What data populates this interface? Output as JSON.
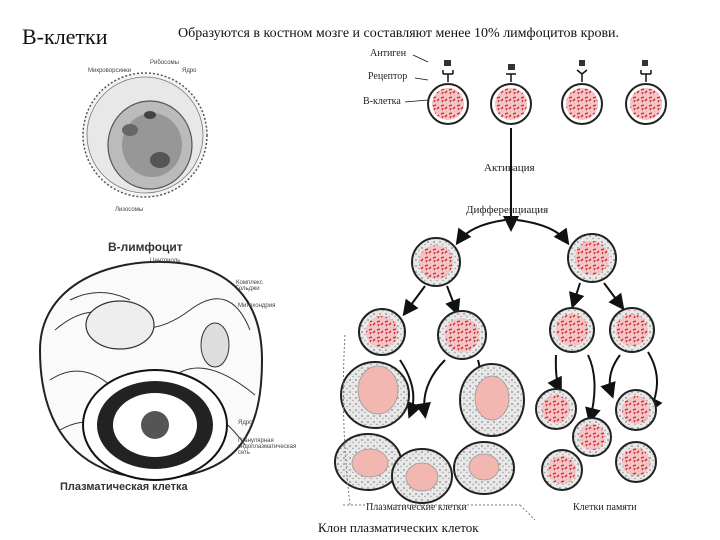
{
  "title": "В-клетки",
  "subtitle": "Образуются в костном мозге и составляют менее 10% лимфоцитов крови.",
  "cell_top_labels": {
    "microvilli": "Микроворсинки",
    "ribosomes": "Рибосомы",
    "nucleus": "Ядро",
    "lysosome": "Лизосомы"
  },
  "b_lymphocyte": {
    "title": "В-лимфоцит",
    "centriole": "Центриоль",
    "golgi": "Комплекс Гольджи",
    "mito": "Митохондрия",
    "nucleus": "Ядро",
    "er": "Гранулярная эндоплазматическая сеть"
  },
  "plasma_title": "Плазматическая клетка",
  "legend": {
    "antigen": "Антиген",
    "receptor": "Рецептор",
    "bcell": "В-клетка"
  },
  "steps": {
    "activation": "Активация",
    "differentiation": "Дифференциация"
  },
  "bottom_labels": {
    "plasma": "Плазматические клетки",
    "memory": "Клетки памяти"
  },
  "footer": "Клон плазматических клеток",
  "colors": {
    "nucleus_red": "#d81e2a",
    "cell_fill": "#f3dada",
    "plasma_nucleus": "#f2b7b1",
    "speckle": "#9a9a9a"
  }
}
